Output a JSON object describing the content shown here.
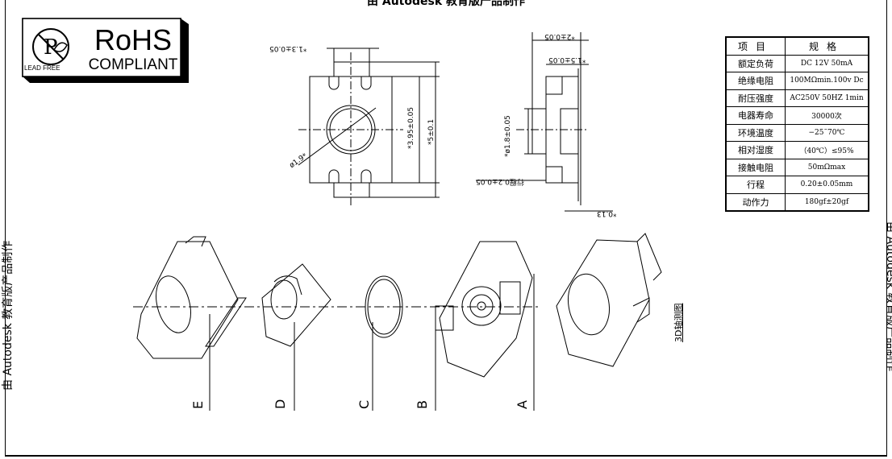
{
  "watermark": {
    "top": "由 Autodesk 教育版产品制作",
    "left": "由 Autodesk 教育版产品制作",
    "right": "由 Autodesk 教育版产品制作"
  },
  "rohs": {
    "title": "RoHS",
    "subtitle": "COMPLIANT",
    "lead_free": "LEAD FREE"
  },
  "spec_table": {
    "header": [
      "项目",
      "规格"
    ],
    "rows": [
      [
        "额定负荷",
        "DC 12V 50mA"
      ],
      [
        "绝缘电阻",
        "100MΩmin.100v Dc"
      ],
      [
        "耐压强度",
        "AC250V 50HZ 1min"
      ],
      [
        "电器寿命",
        "30000次"
      ],
      [
        "环境温度",
        "−25˜70℃"
      ],
      [
        "相对湿度",
        "（40℃）≤95%"
      ],
      [
        "接触电阻",
        "50mΩmax"
      ],
      [
        "行程",
        "0.20±0.05mm"
      ],
      [
        "动作力",
        "180gf±20gf"
      ]
    ]
  },
  "dimensions": {
    "top_width": "*1.3±0.05",
    "diameter": "ø1.9*",
    "height_inner": "*3.95±0.05",
    "height_outer": "*5±0.1",
    "side_top": "*2±0.05",
    "side_second": "*1.5±0.05",
    "side_dia": "*ø1.8±0.05",
    "stroke": "行程0.2±0.05",
    "bottom": "*0.13"
  },
  "parts": [
    "E",
    "D",
    "C",
    "B",
    "A"
  ],
  "axo_label": "3D轴测图"
}
